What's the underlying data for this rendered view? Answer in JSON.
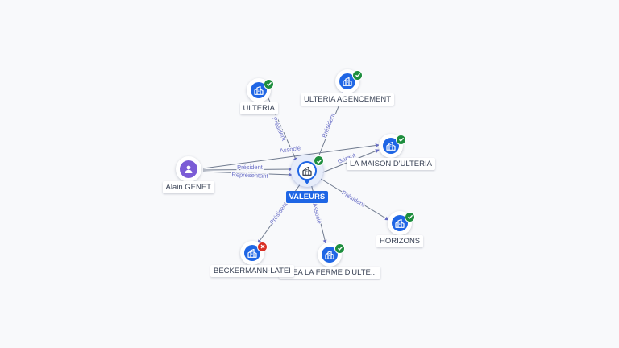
{
  "center": {
    "label": "VALEURS",
    "status": "active"
  },
  "nodes": [
    {
      "id": "ulteria",
      "label": "ULTERIA",
      "kind": "company",
      "status": "active"
    },
    {
      "id": "ulteria-agencement",
      "label": "ULTERIA AGENCEMENT",
      "kind": "company",
      "status": "active"
    },
    {
      "id": "maison",
      "label": "LA MAISON D'ULTERIA",
      "kind": "company",
      "status": "active"
    },
    {
      "id": "horizons",
      "label": "HORIZONS",
      "kind": "company",
      "status": "active"
    },
    {
      "id": "scea",
      "label": "SCEA LA FERME D'ULTE...",
      "kind": "company",
      "status": "active"
    },
    {
      "id": "beckermann",
      "label": "BECKERMANN-LATEI",
      "kind": "company",
      "status": "closed"
    },
    {
      "id": "alain",
      "label": "Alain GENET",
      "kind": "person",
      "status": "none"
    }
  ],
  "edges": [
    {
      "id": "e-ulteria",
      "from": "ulteria",
      "to": "center",
      "label": "Président"
    },
    {
      "id": "e-agencement",
      "from": "center",
      "to": "ulteria-agencement",
      "label": "Président"
    },
    {
      "id": "e-alain-associe",
      "from": "alain",
      "to": "maison",
      "label": "Associé"
    },
    {
      "id": "e-alain-president",
      "from": "alain",
      "to": "center",
      "label": "Président"
    },
    {
      "id": "e-alain-representant",
      "from": "alain",
      "to": "center",
      "label": "Représentant"
    },
    {
      "id": "e-maison",
      "from": "center",
      "to": "maison",
      "label": "Gérant"
    },
    {
      "id": "e-horizons",
      "from": "center",
      "to": "horizons",
      "label": "Président"
    },
    {
      "id": "e-scea",
      "from": "center",
      "to": "scea",
      "label": "Associé"
    },
    {
      "id": "e-beckermann",
      "from": "center",
      "to": "beckermann",
      "label": "Président"
    }
  ],
  "colors": {
    "company": "#1f66e5",
    "person": "#7b5cd6",
    "active_badge": "#1e8e3e",
    "closed_badge": "#d93025",
    "edge": "#6f7a8e",
    "edge_label": "#6a6fc7"
  },
  "icons": {
    "company": "building-icon",
    "person": "person-icon",
    "active": "check-icon",
    "closed": "cross-icon"
  }
}
